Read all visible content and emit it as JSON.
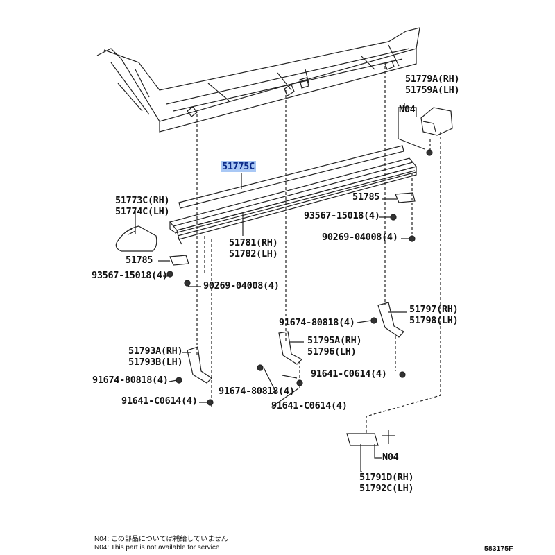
{
  "labels": {
    "p51779A": "51779A(RH)",
    "p51759A": "51759A(LH)",
    "n04_top": "N04",
    "p51775C": "51775C",
    "p51773C": "51773C(RH)",
    "p51774C": "51774C(LH)",
    "p51785_right": "51785",
    "p93567_right": "93567-15018(4)",
    "p90269_right": "90269-04008(4)",
    "p51781": "51781(RH)",
    "p51782": "51782(LH)",
    "p51785_left": "51785",
    "p93567_left": "93567-15018(4)",
    "p90269_left": "90269-04008(4)",
    "p51797": "51797(RH)",
    "p51798": "51798(LH)",
    "p91674_mid": "91674-80818(4)",
    "p51795A": "51795A(RH)",
    "p51796": "51796(LH)",
    "p51793A": "51793A(RH)",
    "p51793B": "51793B(LH)",
    "p91674_left": "91674-80818(4)",
    "p91641_right": "91641-C0614(4)",
    "p91674_center": "91674-80818(4)",
    "p91641_left": "91641-C0614(4)",
    "p91641_center": "91641-C0614(4)",
    "n04_bottom": "N04",
    "p51791D": "51791D(RH)",
    "p51792C": "51792C(LH)"
  },
  "footnotes": {
    "jp": "N04: この部品については補給していません",
    "en": "N04: This part is not available for service"
  },
  "diagram_code": "583175F",
  "colors": {
    "highlight": "#a9c8f5",
    "highlight_text": "#0b2a8a"
  }
}
